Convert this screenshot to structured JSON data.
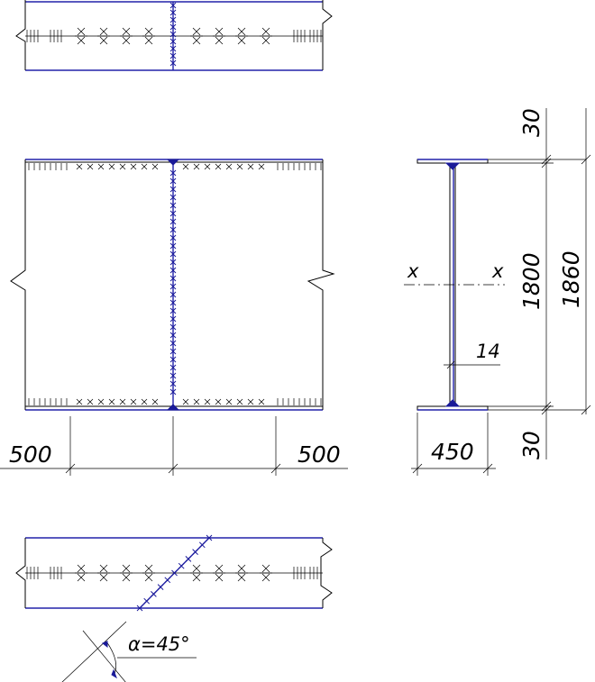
{
  "dimensions": {
    "left_offset": "500",
    "right_offset": "500",
    "flange_width": "450",
    "web_thickness": "14",
    "web_height": "1800",
    "total_height": "1860",
    "top_flange_thickness": "30",
    "bottom_flange_thickness": "30"
  },
  "axis_labels": {
    "left": "x",
    "right": "x"
  },
  "angle_label": "α=45°",
  "colors": {
    "line": "#000000",
    "steel": "#2222aa",
    "weld": "#1a1a99"
  }
}
